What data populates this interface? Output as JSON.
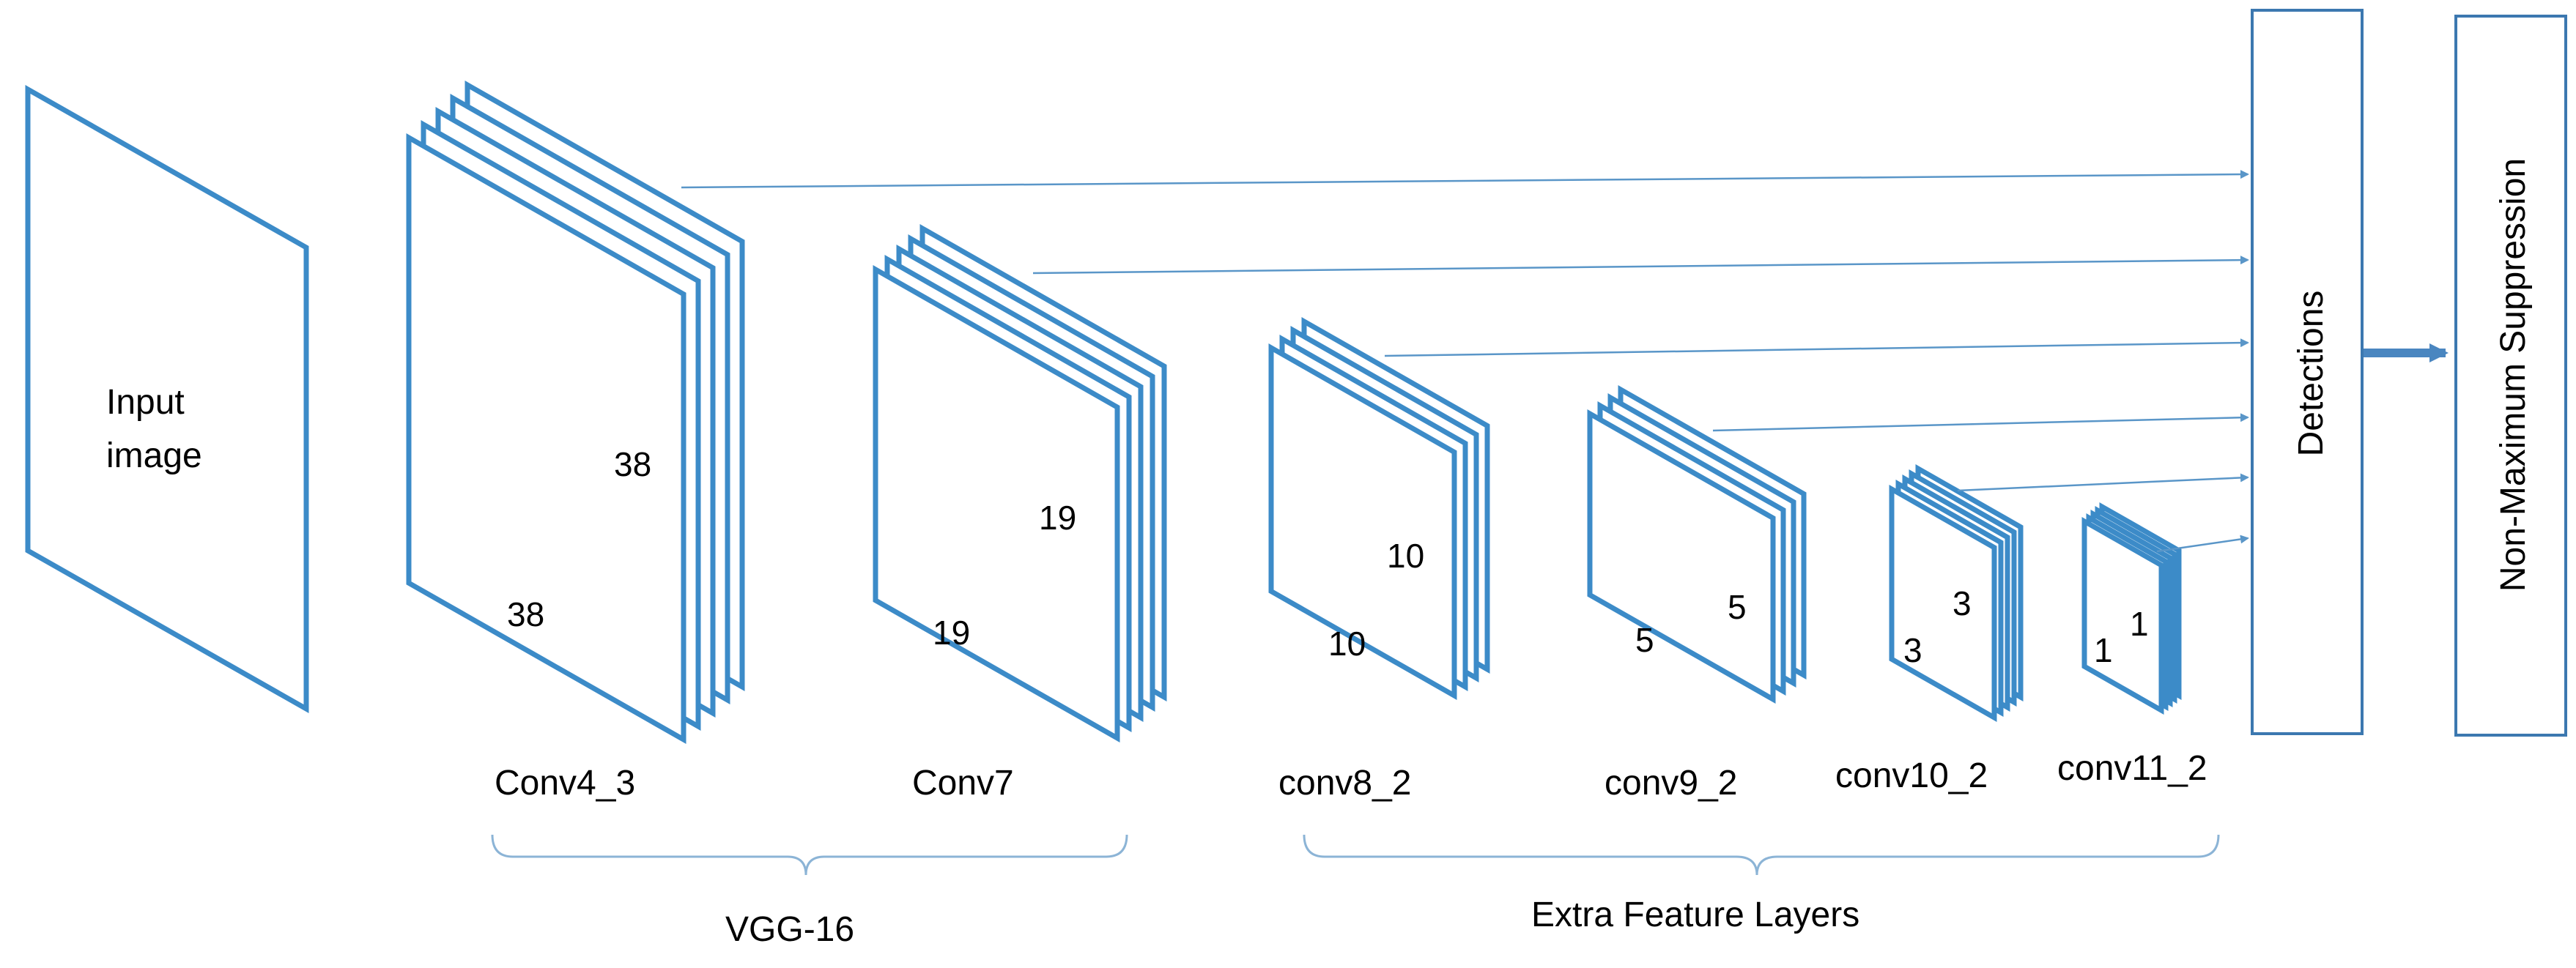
{
  "input": {
    "label_line1": "Input",
    "label_line2": "image"
  },
  "layers": [
    {
      "name": "Conv4_3",
      "dim_w": "38",
      "dim_h": "38"
    },
    {
      "name": "Conv7",
      "dim_w": "19",
      "dim_h": "19"
    },
    {
      "name": "conv8_2",
      "dim_w": "10",
      "dim_h": "10"
    },
    {
      "name": "conv9_2",
      "dim_w": "5",
      "dim_h": "5"
    },
    {
      "name": "conv10_2",
      "dim_w": "3",
      "dim_h": "3"
    },
    {
      "name": "conv11_2",
      "dim_w": "1",
      "dim_h": "1"
    }
  ],
  "groups": {
    "vgg": "VGG-16",
    "extra": "Extra Feature Layers"
  },
  "detections": "Detections",
  "nms": "Non-Maximum Suppression",
  "colors": {
    "plane_stroke": "#3c8bc8",
    "arrow": "#5a96c8",
    "bracket": "#8cb4d6"
  }
}
